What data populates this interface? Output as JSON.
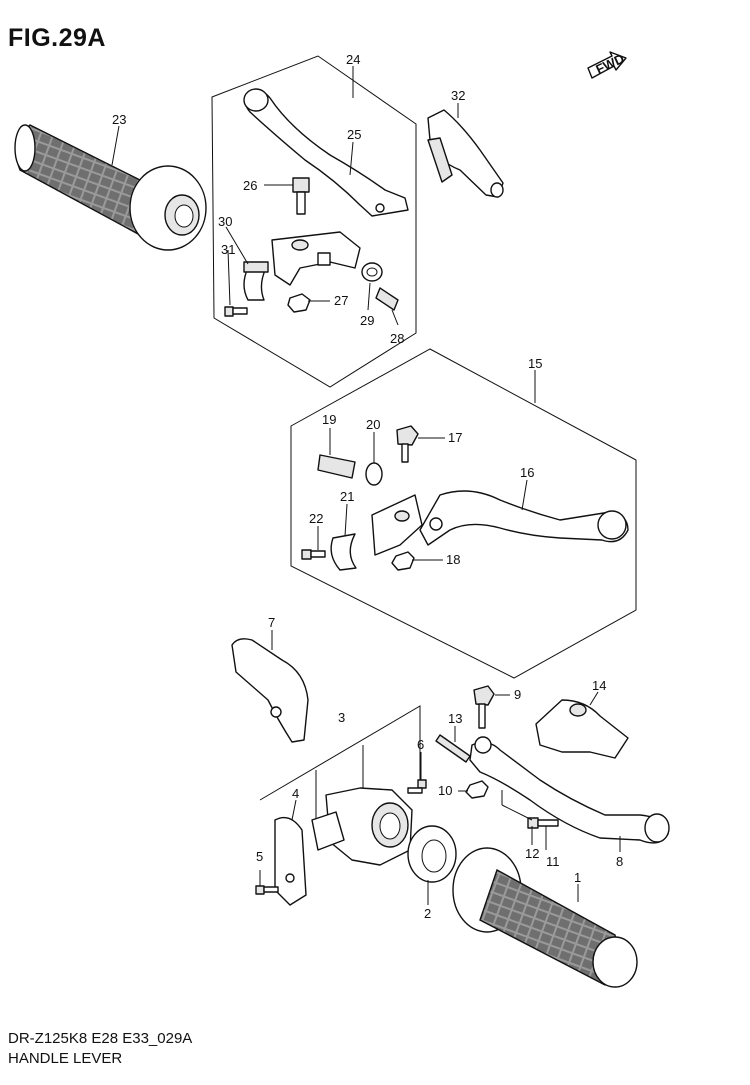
{
  "figure": {
    "title": "FIG.29A",
    "fwd_label": "FWD",
    "model_code": "DR-Z125K8 E28 E33_029A",
    "name": "HANDLE LEVER"
  },
  "callouts": [
    {
      "id": "c1",
      "text": "1"
    },
    {
      "id": "c2",
      "text": "2"
    },
    {
      "id": "c3",
      "text": "3"
    },
    {
      "id": "c4",
      "text": "4"
    },
    {
      "id": "c5",
      "text": "5"
    },
    {
      "id": "c6",
      "text": "6"
    },
    {
      "id": "c7",
      "text": "7"
    },
    {
      "id": "c8",
      "text": "8"
    },
    {
      "id": "c9",
      "text": "9"
    },
    {
      "id": "c10",
      "text": "10"
    },
    {
      "id": "c11",
      "text": "11"
    },
    {
      "id": "c12",
      "text": "12"
    },
    {
      "id": "c13",
      "text": "13"
    },
    {
      "id": "c14",
      "text": "14"
    },
    {
      "id": "c15",
      "text": "15"
    },
    {
      "id": "c16",
      "text": "16"
    },
    {
      "id": "c17",
      "text": "17"
    },
    {
      "id": "c18",
      "text": "18"
    },
    {
      "id": "c19",
      "text": "19"
    },
    {
      "id": "c20",
      "text": "20"
    },
    {
      "id": "c21",
      "text": "21"
    },
    {
      "id": "c22",
      "text": "22"
    },
    {
      "id": "c23",
      "text": "23"
    },
    {
      "id": "c24",
      "text": "24"
    },
    {
      "id": "c25",
      "text": "25"
    },
    {
      "id": "c26",
      "text": "26"
    },
    {
      "id": "c27",
      "text": "27"
    },
    {
      "id": "c28",
      "text": "28"
    },
    {
      "id": "c29",
      "text": "29"
    },
    {
      "id": "c30",
      "text": "30"
    },
    {
      "id": "c31",
      "text": "31"
    },
    {
      "id": "c32",
      "text": "32"
    }
  ]
}
